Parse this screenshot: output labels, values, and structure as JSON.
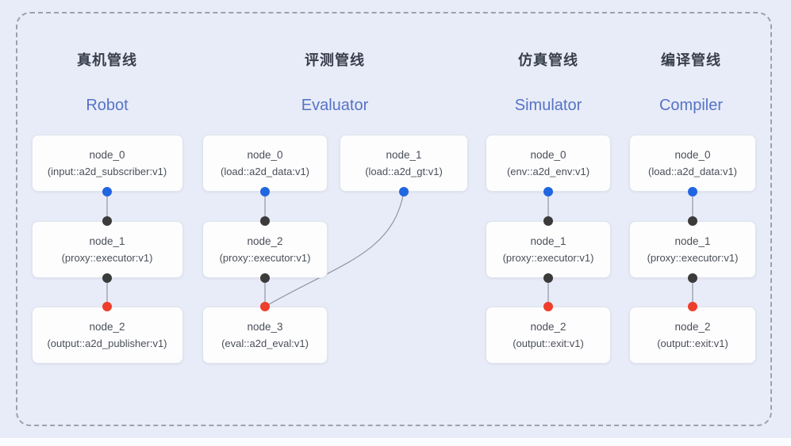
{
  "diagram": {
    "pipelines": [
      {
        "id": "robot",
        "title_zh": "真机管线",
        "title_en": "Robot",
        "nodes": [
          {
            "name": "node_0",
            "type": "(input::a2d_subscriber:v1)",
            "col": "robot",
            "row": 0,
            "dot_bottom": "blue"
          },
          {
            "name": "node_1",
            "type": "(proxy::executor:v1)",
            "col": "robot",
            "row": 1,
            "dot_top": "black",
            "dot_bottom": "black"
          },
          {
            "name": "node_2",
            "type": "(output::a2d_publisher:v1)",
            "col": "robot",
            "row": 2,
            "dot_top": "red"
          }
        ],
        "edges": [
          {
            "from": 0,
            "to": 1
          },
          {
            "from": 1,
            "to": 2
          }
        ]
      },
      {
        "id": "evaluator",
        "title_zh": "评测管线",
        "title_en": "Evaluator",
        "nodes": [
          {
            "name": "node_0",
            "type": "(load::a2d_data:v1)",
            "col": "eval_a",
            "row": 0,
            "dot_bottom": "blue"
          },
          {
            "name": "node_1",
            "type": "(load::a2d_gt:v1)",
            "col": "eval_b",
            "row": 0,
            "dot_bottom": "blue"
          },
          {
            "name": "node_2",
            "type": "(proxy::executor:v1)",
            "col": "eval_a",
            "row": 1,
            "dot_top": "black",
            "dot_bottom": "black"
          },
          {
            "name": "node_3",
            "type": "(eval::a2d_eval:v1)",
            "col": "eval_a",
            "row": 2,
            "dot_top": "red"
          }
        ],
        "edges": [
          {
            "from": 0,
            "to": 2
          },
          {
            "from": 2,
            "to": 3
          },
          {
            "from": 1,
            "to": 3,
            "curve": true
          }
        ]
      },
      {
        "id": "simulator",
        "title_zh": "仿真管线",
        "title_en": "Simulator",
        "nodes": [
          {
            "name": "node_0",
            "type": "(env::a2d_env:v1)",
            "col": "sim",
            "row": 0,
            "dot_bottom": "blue"
          },
          {
            "name": "node_1",
            "type": "(proxy::executor:v1)",
            "col": "sim",
            "row": 1,
            "dot_top": "black",
            "dot_bottom": "black"
          },
          {
            "name": "node_2",
            "type": "(output::exit:v1)",
            "col": "sim",
            "row": 2,
            "dot_top": "red"
          }
        ],
        "edges": [
          {
            "from": 0,
            "to": 1
          },
          {
            "from": 1,
            "to": 2
          }
        ]
      },
      {
        "id": "compiler",
        "title_zh": "编译管线",
        "title_en": "Compiler",
        "nodes": [
          {
            "name": "node_0",
            "type": "(load::a2d_data:v1)",
            "col": "comp",
            "row": 0,
            "dot_bottom": "blue"
          },
          {
            "name": "node_1",
            "type": "(proxy::executor:v1)",
            "col": "comp",
            "row": 1,
            "dot_top": "black",
            "dot_bottom": "black"
          },
          {
            "name": "node_2",
            "type": "(output::exit:v1)",
            "col": "comp",
            "row": 2,
            "dot_top": "red"
          }
        ],
        "edges": [
          {
            "from": 0,
            "to": 1
          },
          {
            "from": 1,
            "to": 2
          }
        ]
      }
    ],
    "colors": {
      "background": "#e8ecf8",
      "frame_dash": "#9aa1af",
      "box_fill": "#fdfdfe",
      "box_border": "#dee3ec",
      "dot_blue": "#2166e0",
      "dot_black": "#3b3b3b",
      "dot_red": "#ee3f2c",
      "edge": "#9097a1",
      "title_zh_color": "#373e4b",
      "title_en_color": "#5673c5"
    }
  }
}
